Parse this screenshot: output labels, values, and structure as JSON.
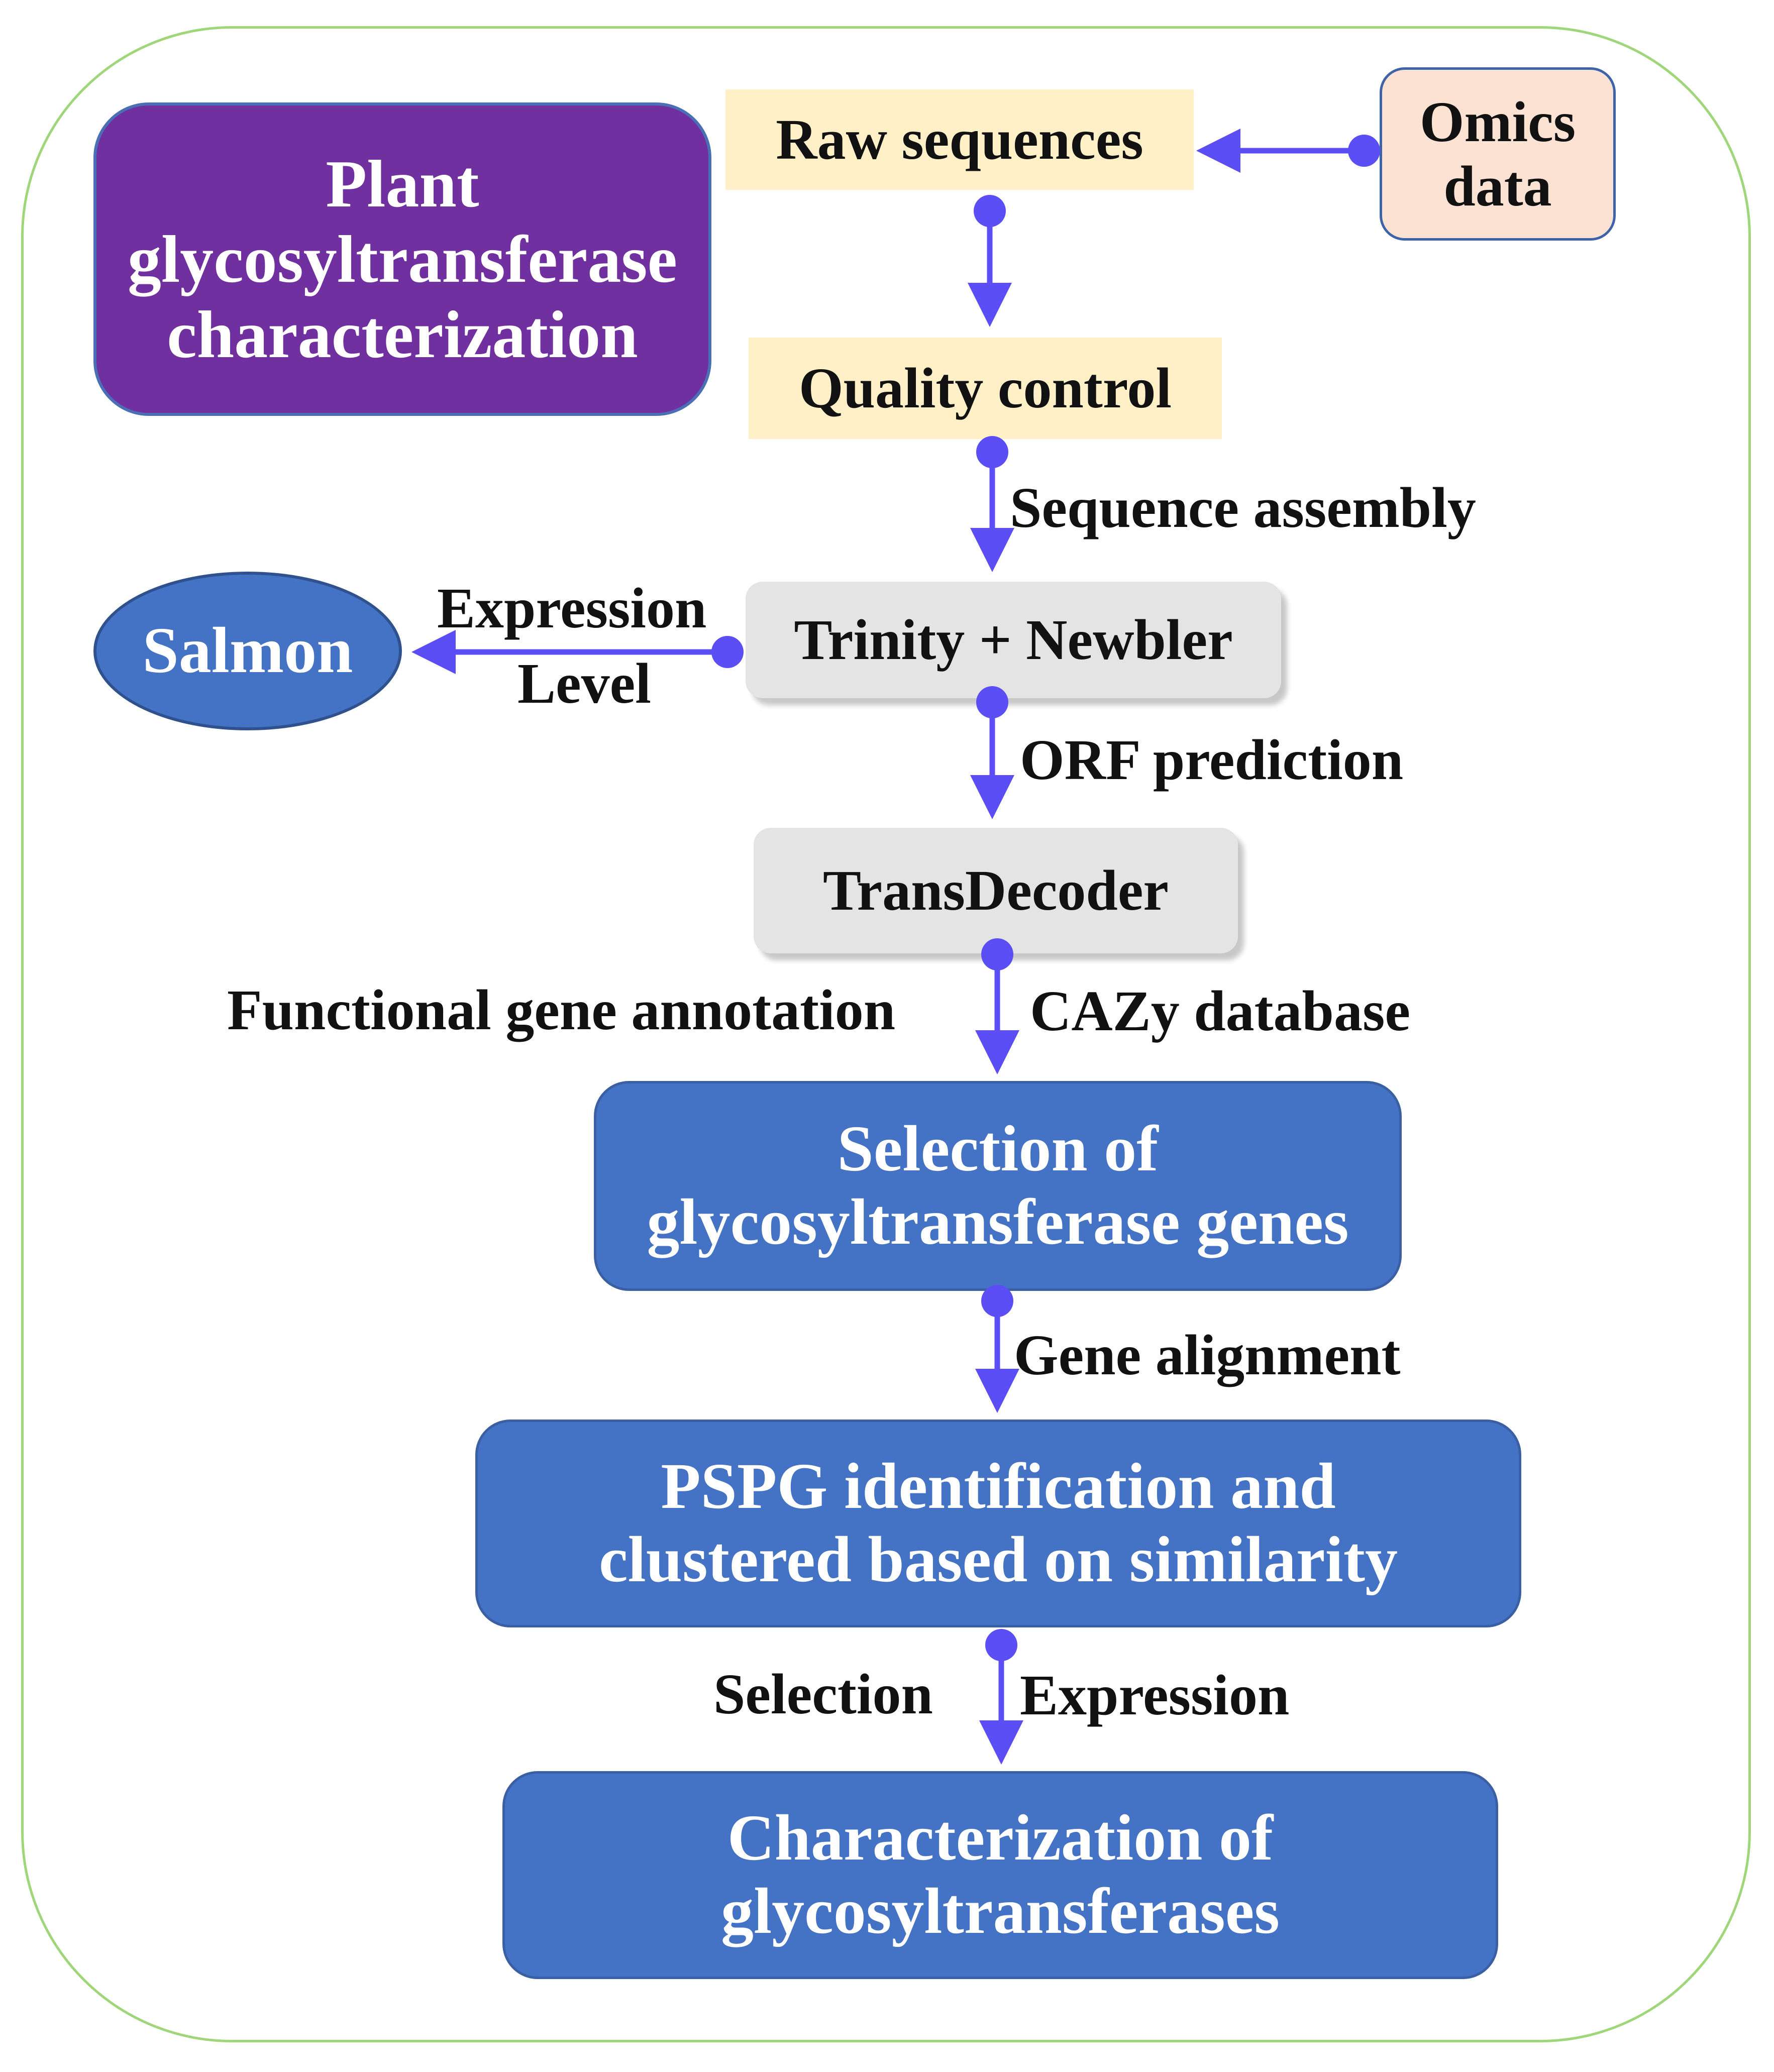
{
  "colors": {
    "title_fill": "#7030a0",
    "process_fill": "#4472c4",
    "step_fill_gray": "#e4e4e4",
    "step_fill_yellow": "#fff0c8",
    "omics_fill": "#fbe2d2",
    "arrow": "#5b4ef5",
    "frame_border": "#9fd67a"
  },
  "nodes": {
    "title": {
      "line1": "Plant",
      "line2": "glycosyltransferase",
      "line3": "characterization"
    },
    "raw_sequences": "Raw sequences",
    "omics": {
      "line1": "Omics",
      "line2": "data"
    },
    "quality_control": "Quality control",
    "trinity": "Trinity + Newbler",
    "salmon": "Salmon",
    "transdecoder": "TransDecoder",
    "selection": {
      "line1": "Selection of",
      "line2": "glycosyltransferase genes"
    },
    "pspg": {
      "line1": "PSPG identification and",
      "line2": "clustered based on similarity"
    },
    "characterization": {
      "line1": "Characterization of",
      "line2": "glycosyltransferases"
    }
  },
  "edges": {
    "sequence_assembly": "Sequence assembly",
    "expression": "Expression",
    "level": "Level",
    "orf_prediction": "ORF prediction",
    "functional_annotation": "Functional gene annotation",
    "cazy": "CAZy database",
    "gene_alignment": "Gene alignment",
    "selection": "Selection",
    "expression_right": "Expression"
  }
}
